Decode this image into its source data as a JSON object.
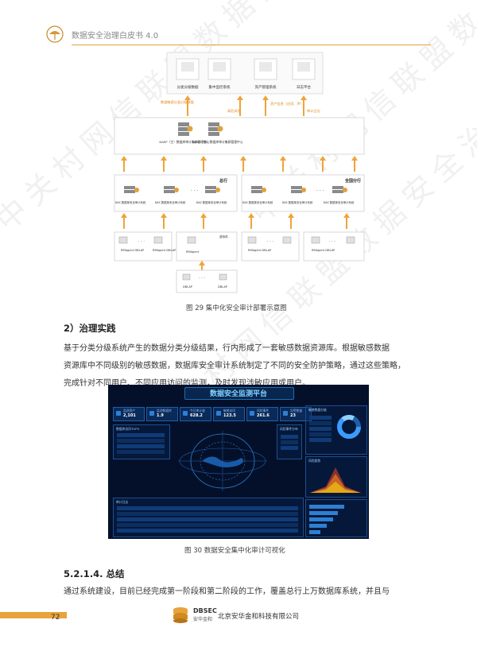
{
  "header": {
    "title": "数据安全治理白皮书 4.0"
  },
  "watermark": {
    "text": "中关村网信联盟数据安全治理专委会"
  },
  "figure29": {
    "caption": "图 29    集中化安全审计部署示意图",
    "top_systems": [
      "分类分级数据",
      "集中监控系统",
      "资产管理系统",
      "日志平台"
    ],
    "label_left_flow": "数据敏感分类分级数据",
    "label_risk": "高危风险",
    "label_asset": "资产信息（应用、IP）",
    "label_audit_log": "审计日志",
    "center_nodes": [
      "DASP（主）数据库审计集群管理中心",
      "DASP（备）数据库审计集群管理中心"
    ],
    "hq_label": "总行",
    "branch_label": "全国分行",
    "das_units": [
      "DAS 数据库安全审计系统",
      "DAS 数据库安全审计系统",
      "DAS 数据库安全审计系统",
      "DAS 数据库安全审计系统",
      "DAS 数据库安全审计系统",
      "DAS 数据库安全审计系统"
    ],
    "agent_labels": [
      "RMAgent DBLAP",
      "RMAgent DBLAP",
      "RMAgent",
      "RMAgent DBLAP",
      "RMAgent DBLAP"
    ],
    "dblap_label": "DBLAP",
    "cloud_label": "虚拟机"
  },
  "section": {
    "subheading": "2）治理实践",
    "paragraph1_lines": [
      "基于分类分级系统产生的数据分类分级结果，行内形成了一套敏感数据资源库。根据敏感数据",
      "资源库中不同级别的敏感数据，数据库安全审计系统制定了不同的安全防护策略，通过这些策略，",
      "完成针对不同用户、不同应用访问的监测，及时发现涉敏应用或用户。"
    ]
  },
  "figure30": {
    "caption": "图 30    数据安全集中化审计可视化",
    "dashboard_title": "数据安全监测平台",
    "kpis": [
      {
        "label": "监测资产",
        "value": "2,101"
      },
      {
        "label": "监测数据库",
        "value": "1.9"
      },
      {
        "label": "今日审计量",
        "value": "628.2"
      },
      {
        "label": "敏感访问",
        "value": "123.5"
      },
      {
        "label": "风险事件",
        "value": "261.6"
      },
      {
        "label": "告警数量",
        "value": "23"
      }
    ],
    "panel_labels": [
      "数据库访问TOP5",
      "风险事件分布",
      "审计日志",
      "敏感数据分级",
      "风险趋势"
    ]
  },
  "section2": {
    "heading": "5.2.1.4. 总结",
    "paragraph_line": "通过系统建设，目前已经完成第一阶段和第二阶段的工作，覆盖总行上万数据库系统，并且与"
  },
  "footer": {
    "page_number": "72",
    "brand_en": "DBSEC",
    "brand_cn": "安华金和",
    "company": "北京安华金和科技有限公司"
  },
  "colors": {
    "accent": "#e8a33a",
    "dashboard_bg": "#04102a",
    "dashboard_blue": "#2f7fd3"
  }
}
